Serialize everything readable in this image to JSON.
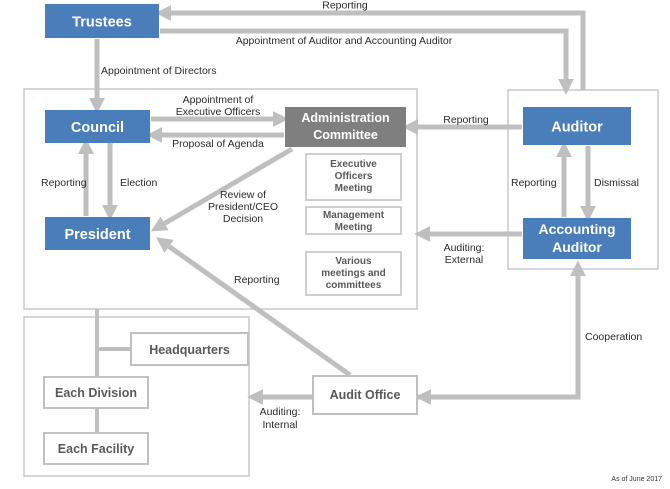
{
  "colors": {
    "blue": "#4a7ebb",
    "dark_gray": "#7f7f7f",
    "arrow_gray": "#bfbfbf",
    "border_gray": "#bfbfbf",
    "text_dark": "#2b2b2b"
  },
  "nodes": {
    "trustees": "Trustees",
    "council": "Council",
    "president": "President",
    "admin_committee_line1": "Administration",
    "admin_committee_line2": "Committee",
    "executive_officers_meeting_line1": "Executive",
    "executive_officers_meeting_line2": "Officers",
    "executive_officers_meeting_line3": "Meeting",
    "management_meeting_line1": "Management",
    "management_meeting_line2": "Meeting",
    "various_meetings_line1": "Various",
    "various_meetings_line2": "meetings and",
    "various_meetings_line3": "committees",
    "auditor": "Auditor",
    "accounting_auditor_line1": "Accounting",
    "accounting_auditor_line2": "Auditor",
    "headquarters": "Headquarters",
    "each_division": "Each Division",
    "each_facility": "Each Facility",
    "audit_office": "Audit Office"
  },
  "edge_labels": {
    "reporting_top": "Reporting",
    "appointment_auditors": "Appointment of Auditor and Accounting Auditor",
    "appointment_directors": "Appointment of Directors",
    "appointment_exec_line1": "Appointment of",
    "appointment_exec_line2": "Executive Officers",
    "proposal_agenda": "Proposal of Agenda",
    "reporting_council": "Reporting",
    "election": "Election",
    "review_line1": "Review of",
    "review_line2": "President/CEO",
    "review_line3": "Decision",
    "reporting_admin": "Reporting",
    "reporting_auditor": "Reporting",
    "dismissal": "Dismissal",
    "auditing_external_line1": "Auditing:",
    "auditing_external_line2": "External",
    "reporting_president": "Reporting",
    "cooperation": "Cooperation",
    "auditing_internal_line1": "Auditing:",
    "auditing_internal_line2": "Internal"
  },
  "footnote": "As of June 2017"
}
